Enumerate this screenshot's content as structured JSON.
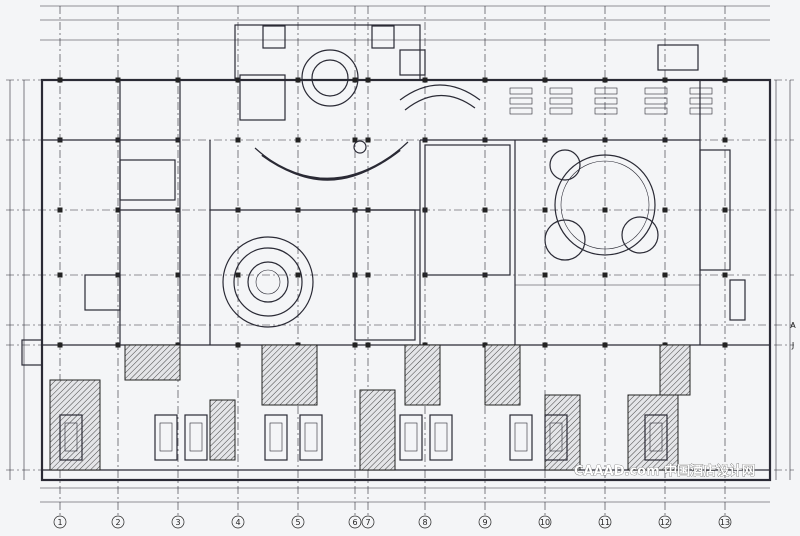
{
  "watermark": {
    "text": "CAAAD.com 中国酒店设计网"
  },
  "axis_labels": [
    "1",
    "2",
    "3",
    "4",
    "5",
    "6",
    "7",
    "8",
    "9",
    "10",
    "11",
    "12",
    "13"
  ],
  "row_labels": [
    "A",
    "J"
  ],
  "colors": {
    "ink": "#2a2a35",
    "paper": "#f4f5f7",
    "hatch": "#444444"
  }
}
